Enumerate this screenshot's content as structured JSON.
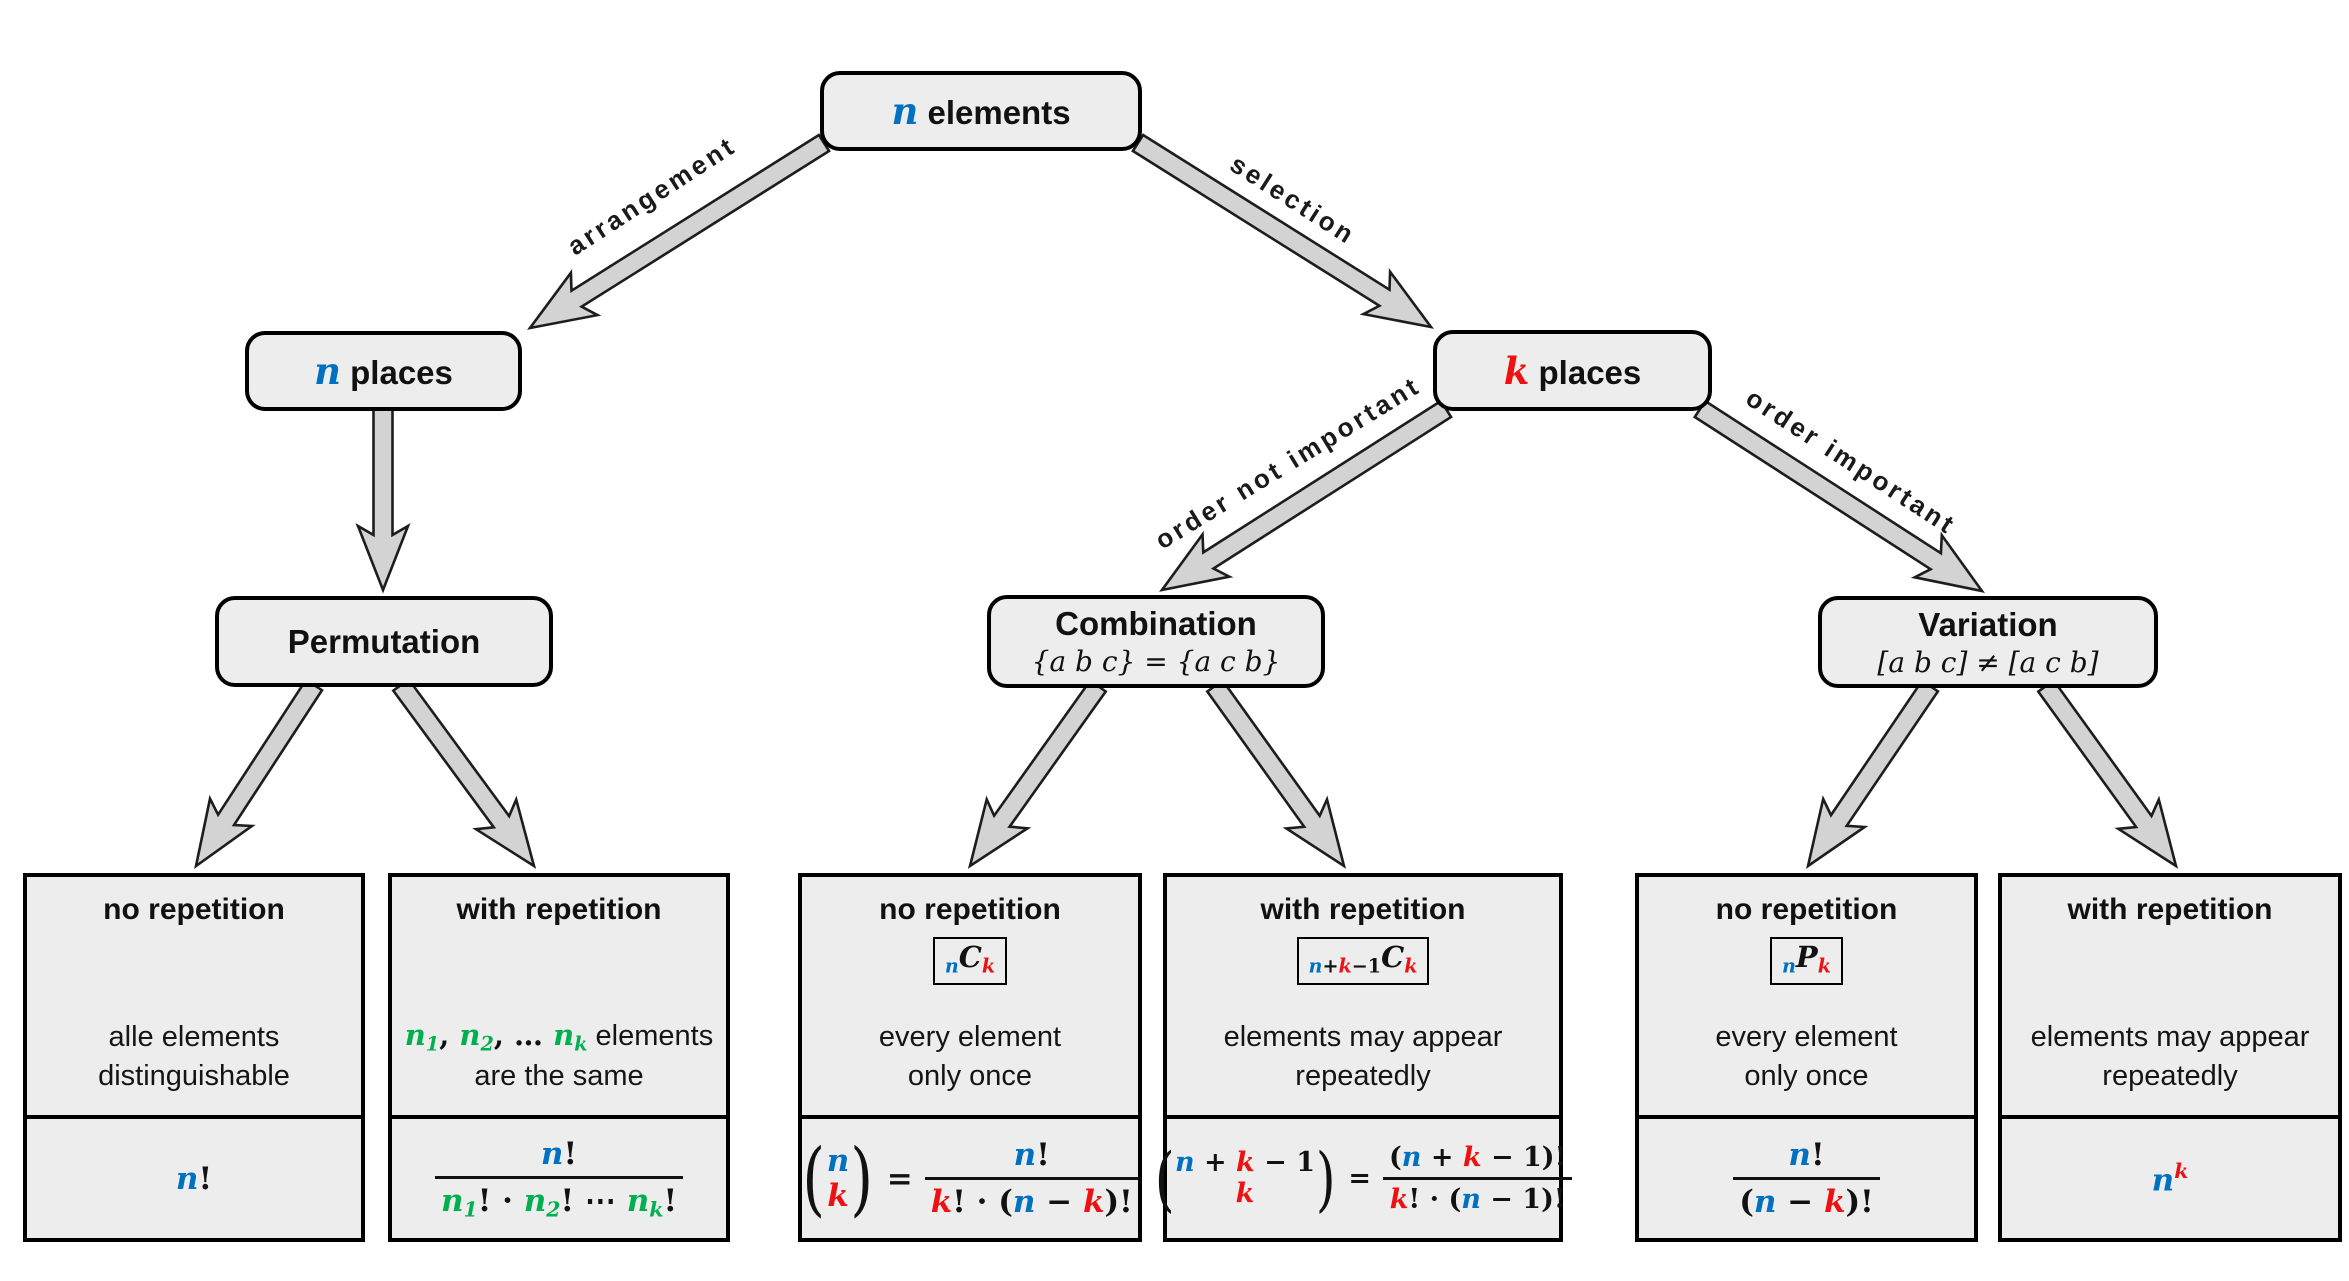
{
  "palette": {
    "blue": "#0070C0",
    "red": "#EE1111",
    "green": "#00B050",
    "box_fill": "#EDEDED",
    "arrow_fill": "#D3D3D3"
  },
  "symbols": {
    "equals": "=",
    "paren_open": "(",
    "paren_close": ")"
  },
  "nodes": {
    "root": {
      "label": [
        [
          "n",
          "mb"
        ],
        [
          " elements",
          "tb"
        ]
      ]
    },
    "n_places": {
      "label": [
        [
          "n",
          "mb"
        ],
        [
          " places",
          "tb"
        ]
      ]
    },
    "k_places": {
      "label": [
        [
          "k",
          "mr"
        ],
        [
          " places",
          "tb"
        ]
      ]
    },
    "permutation": {
      "title": "Permutation"
    },
    "combination": {
      "title": "Combination",
      "subtitle": [
        [
          "{a b c} = {a c b}",
          "mi"
        ]
      ]
    },
    "variation": {
      "title": "Variation",
      "subtitle": [
        [
          "[a b c] ≠ [a c b]",
          "mi"
        ]
      ]
    }
  },
  "arrow_labels": {
    "arrangement": "arrangement",
    "selection": "selection",
    "order_not_important": "order not important",
    "order_important": "order important"
  },
  "cards": {
    "perm_no_rep": {
      "header": "no repetition",
      "desc1": [
        [
          "alle elements",
          "t"
        ]
      ],
      "desc2": [
        [
          "distinguishable",
          "t"
        ]
      ],
      "formula": {
        "type": "plain",
        "runs": [
          [
            "n",
            "mb"
          ],
          [
            "!",
            "mku"
          ]
        ]
      }
    },
    "perm_with_rep": {
      "header": "with repetition",
      "desc1": [
        [
          "n",
          "mg"
        ],
        [
          "1",
          "mg sub"
        ],
        [
          ", ",
          "mku"
        ],
        [
          "n",
          "mg"
        ],
        [
          "2",
          "mg sub"
        ],
        [
          ", … ",
          "mku"
        ],
        [
          "n",
          "mg"
        ],
        [
          "k",
          "mg sub"
        ],
        [
          " elements",
          "t"
        ]
      ],
      "desc2": [
        [
          "are the same",
          "t"
        ]
      ],
      "formula": {
        "type": "frac",
        "num": [
          [
            "n",
            "mb"
          ],
          [
            "!",
            "mku"
          ]
        ],
        "den": [
          [
            "n",
            "mg"
          ],
          [
            "1",
            "mg sub"
          ],
          [
            "! · ",
            "mku"
          ],
          [
            "n",
            "mg"
          ],
          [
            "2",
            "mg sub"
          ],
          [
            "! ⋯ ",
            "mku"
          ],
          [
            "n",
            "mg"
          ],
          [
            "k",
            "mg sub"
          ],
          [
            "!",
            "mku"
          ]
        ]
      }
    },
    "comb_no_rep": {
      "header": "no repetition",
      "badge": [
        [
          "n",
          "mb sub"
        ],
        [
          "C",
          "mk"
        ],
        [
          "k",
          "mr sub"
        ]
      ],
      "desc1": [
        [
          "every element",
          "t"
        ]
      ],
      "desc2": [
        [
          "only once",
          "t"
        ]
      ],
      "formula": {
        "type": "binom-eq",
        "top": [
          [
            "n",
            "mb"
          ]
        ],
        "bottom": [
          [
            "k",
            "mr"
          ]
        ],
        "num": [
          [
            "n",
            "mb"
          ],
          [
            "!",
            "mku"
          ]
        ],
        "den": [
          [
            "k",
            "mr"
          ],
          [
            "! · (",
            "mku"
          ],
          [
            "n",
            "mb"
          ],
          [
            " − ",
            "mku"
          ],
          [
            "k",
            "mr"
          ],
          [
            ")!",
            "mku"
          ]
        ]
      }
    },
    "comb_with_rep": {
      "header": "with repetition",
      "badge": [
        [
          "n",
          "mb sub"
        ],
        [
          "+",
          "mku sub"
        ],
        [
          "k",
          "mr sub"
        ],
        [
          "−1",
          "mku sub"
        ],
        [
          "C",
          "mk"
        ],
        [
          "k",
          "mr sub"
        ]
      ],
      "desc1": [
        [
          "elements may appear",
          "t"
        ]
      ],
      "desc2": [
        [
          "repeatedly",
          "t"
        ]
      ],
      "formula": {
        "type": "binom-eq",
        "top": [
          [
            "n",
            "mb"
          ],
          [
            " + ",
            "mku"
          ],
          [
            "k",
            "mr"
          ],
          [
            " − 1",
            "mku"
          ]
        ],
        "bottom": [
          [
            "k",
            "mr"
          ]
        ],
        "num": [
          [
            "(",
            "mku"
          ],
          [
            "n",
            "mb"
          ],
          [
            " + ",
            "mku"
          ],
          [
            "k",
            "mr"
          ],
          [
            " − 1",
            "mku"
          ],
          [
            ")!",
            "mku"
          ]
        ],
        "den": [
          [
            "k",
            "mr"
          ],
          [
            "! · (",
            "mku"
          ],
          [
            "n",
            "mb"
          ],
          [
            " − 1",
            "mku"
          ],
          [
            ")!",
            "mku"
          ]
        ]
      }
    },
    "var_no_rep": {
      "header": "no repetition",
      "badge": [
        [
          "n",
          "mb sub"
        ],
        [
          "P",
          "mk"
        ],
        [
          "k",
          "mr sub"
        ]
      ],
      "desc1": [
        [
          "every element",
          "t"
        ]
      ],
      "desc2": [
        [
          "only once",
          "t"
        ]
      ],
      "formula": {
        "type": "frac",
        "num": [
          [
            "n",
            "mb"
          ],
          [
            "!",
            "mku"
          ]
        ],
        "den": [
          [
            "(",
            "mku"
          ],
          [
            "n",
            "mb"
          ],
          [
            " − ",
            "mku"
          ],
          [
            "k",
            "mr"
          ],
          [
            ")!",
            "mku"
          ]
        ]
      }
    },
    "var_with_rep": {
      "header": "with repetition",
      "desc1": [
        [
          "elements may appear",
          "t"
        ]
      ],
      "desc2": [
        [
          "repeatedly",
          "t"
        ]
      ],
      "formula": {
        "type": "plain",
        "runs": [
          [
            "n",
            "mb"
          ],
          [
            "k",
            "mr sup"
          ]
        ]
      }
    }
  }
}
